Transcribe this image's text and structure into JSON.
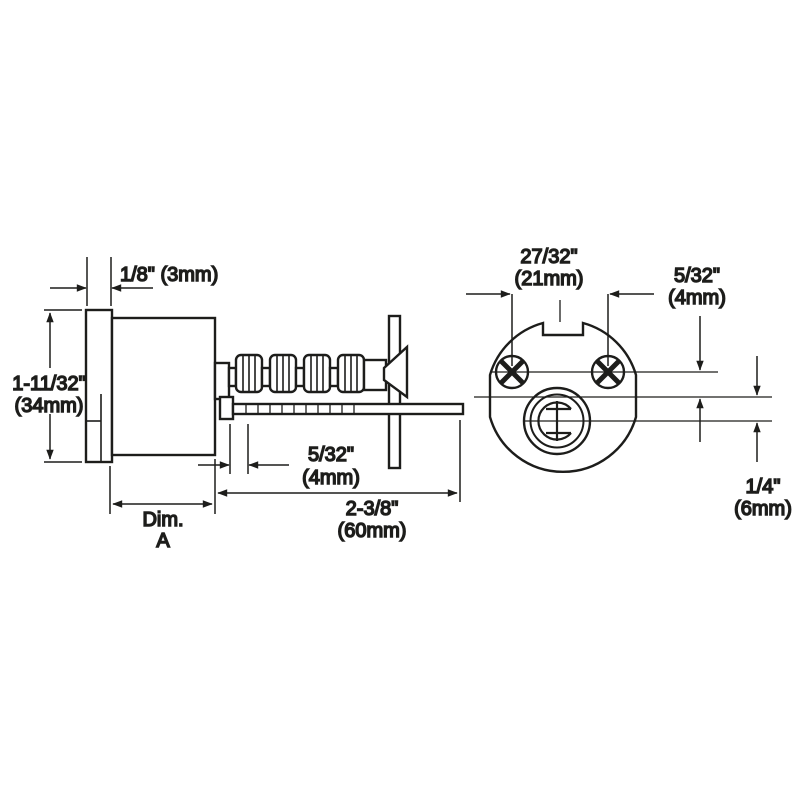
{
  "drawing": {
    "background": "#ffffff",
    "line_color": "#1d1d1b",
    "side_view": {
      "dims": {
        "flange_width": "1/8\" (3mm)",
        "body_height_imperial": "1-11/32\"",
        "body_height_metric": "(34mm)",
        "step_imperial": "5/32\"",
        "step_metric": "(4mm)",
        "dim_a_line1": "Dim.",
        "dim_a_line2": "A",
        "tailpiece_imperial": "2-3/8\"",
        "tailpiece_metric": "(60mm)"
      }
    },
    "front_view": {
      "dims": {
        "screw_spacing_imperial": "27/32\"",
        "screw_spacing_metric": "(21mm)",
        "screw_offset_imperial": "5/32\"",
        "screw_offset_metric": "(4mm)",
        "plug_offset_imperial": "1/4\"",
        "plug_offset_metric": "(6mm)"
      }
    }
  }
}
